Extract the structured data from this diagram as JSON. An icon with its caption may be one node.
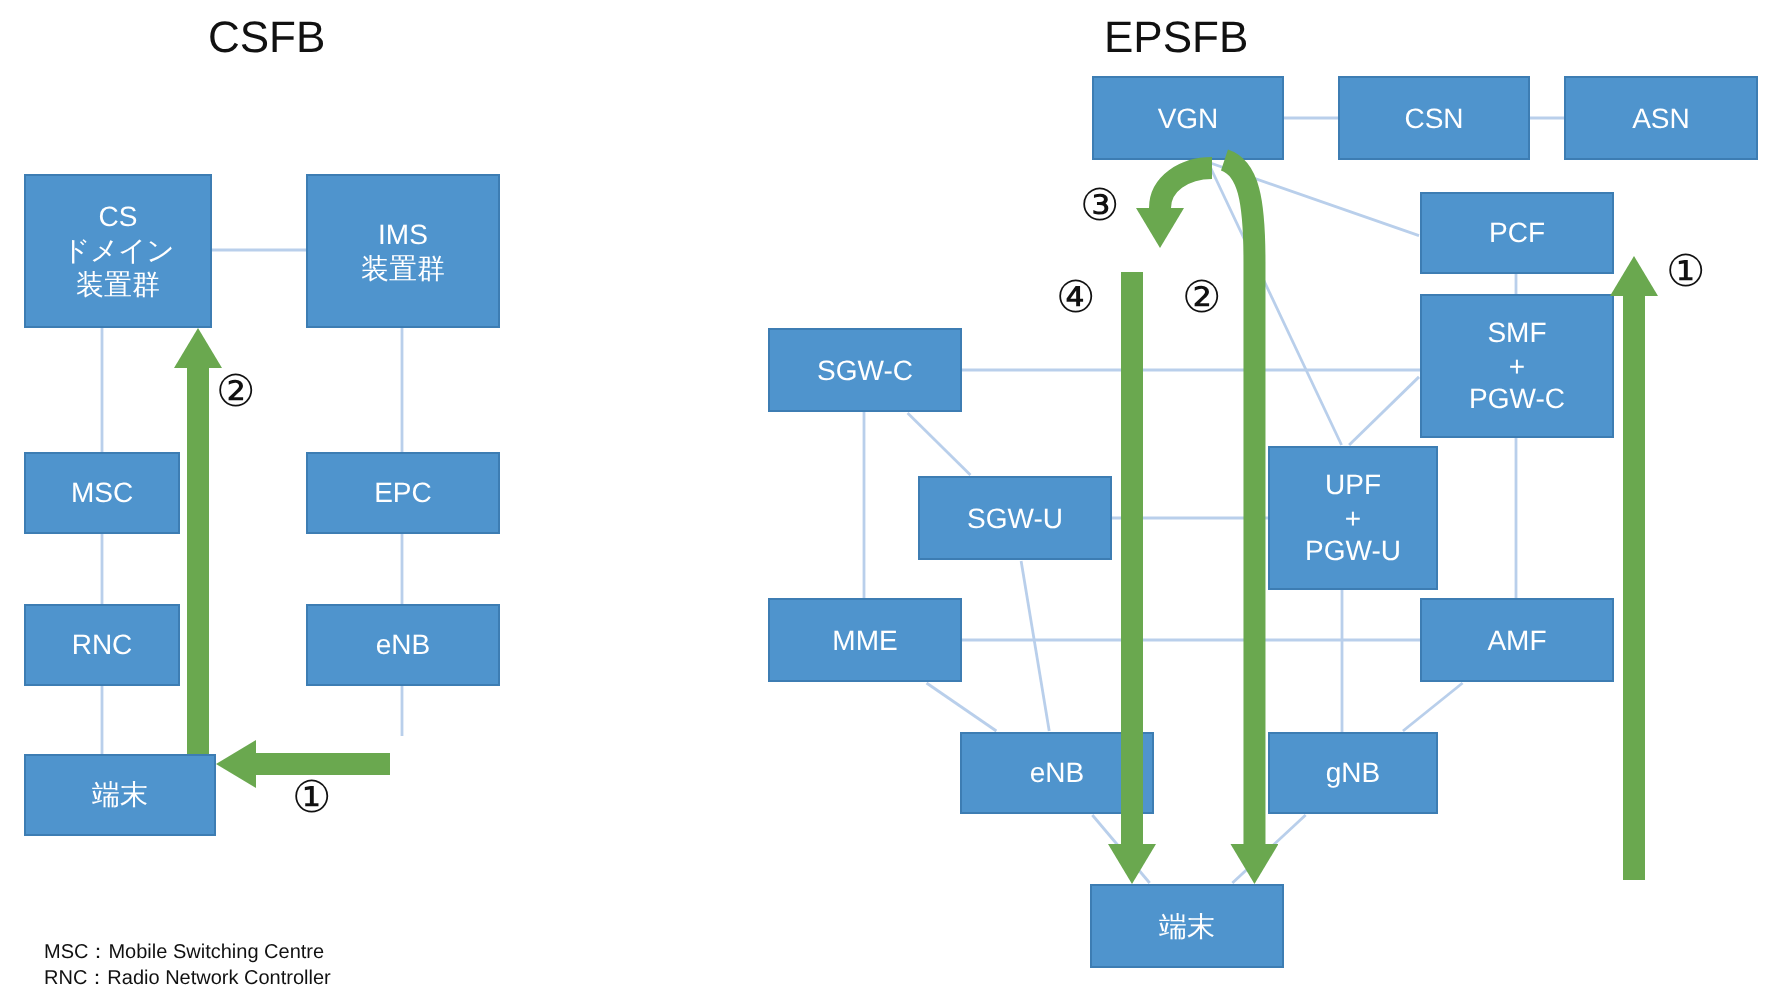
{
  "diagram": {
    "nodes": [
      {
        "text": [
          "CSドメイン装置群"
        ]
      },
      {
        "text": [
          "IMS 装置群"
        ]
      },
      {
        "text": [
          "MSC"
        ]
      },
      {
        "text": [
          "EPC"
        ]
      },
      {
        "text": [
          "RNC"
        ]
      },
      {
        "text": [
          "eNB"
        ]
      },
      {
        "text": [
          "端末"
        ]
      },
      {
        "text": [
          "VGN"
        ]
      },
      {
        "text": [
          "CSN"
        ]
      },
      {
        "text": [
          "ASN"
        ]
      },
      {
        "text": [
          "PCF"
        ]
      },
      {
        "text": [
          "SGW-C"
        ]
      },
      {
        "text": [
          "SMF + PGW-C"
        ]
      },
      {
        "text": [
          "SGW-U"
        ]
      },
      {
        "text": [
          "UPF + PGW-U"
        ]
      },
      {
        "text": [
          "MME"
        ]
      },
      {
        "text": [
          "AMF"
        ]
      },
      {
        "text": [
          "eNB"
        ]
      },
      {
        "text": [
          "gNB"
        ]
      },
      {
        "text": [
          "端末"
        ]
      }
    ],
    "edges": [
      {
        "from": 0,
        "to": 1,
        "arrow": "none"
      },
      {
        "from": 0,
        "to": 2,
        "arrow": "none"
      },
      {
        "from": 2,
        "to": 4,
        "arrow": "none"
      },
      {
        "from": 4,
        "to": 6,
        "arrow": "none"
      },
      {
        "from": 1,
        "to": 3,
        "arrow": "none"
      },
      {
        "from": 3,
        "to": 5,
        "arrow": "none"
      },
      {
        "from": 5,
        "to": null,
        "arrow": "none"
      },
      {
        "from": null,
        "to": 6,
        "arrow": "to",
        "label": "①",
        "style": "thick",
        "color": "#6aa84f"
      },
      {
        "from": 6,
        "to": 0,
        "arrow": "to",
        "label": "②",
        "style": "thick",
        "color": "#6aa84f"
      },
      {
        "from": 7,
        "to": 8,
        "arrow": "none"
      },
      {
        "from": 8,
        "to": 9,
        "arrow": "none"
      },
      {
        "from": 7,
        "to": 10,
        "arrow": "none"
      },
      {
        "from": 7,
        "to": 14,
        "arrow": "none"
      },
      {
        "from": 10,
        "to": 12,
        "arrow": "none"
      },
      {
        "from": 11,
        "to": 12,
        "arrow": "none"
      },
      {
        "from": 12,
        "to": 14,
        "arrow": "none"
      },
      {
        "from": 11,
        "to": 13,
        "arrow": "none"
      },
      {
        "from": 11,
        "to": 15,
        "arrow": "none"
      },
      {
        "from": 13,
        "to": 14,
        "arrow": "none"
      },
      {
        "from": 13,
        "to": 17,
        "arrow": "none"
      },
      {
        "from": 12,
        "to": 16,
        "arrow": "none"
      },
      {
        "from": 15,
        "to": 16,
        "arrow": "none"
      },
      {
        "from": 15,
        "to": 17,
        "arrow": "none"
      },
      {
        "from": 14,
        "to": 18,
        "arrow": "none"
      },
      {
        "from": 16,
        "to": 18,
        "arrow": "none"
      },
      {
        "from": 17,
        "to": 19,
        "arrow": "none"
      },
      {
        "from": 18,
        "to": 19,
        "arrow": "none"
      },
      {
        "from": 7,
        "to": 19,
        "arrow": "to",
        "label": "②",
        "style": "thick",
        "color": "#6aa84f"
      },
      {
        "from": null,
        "to": 19,
        "arrow": "to",
        "label": "④",
        "style": "thick",
        "color": "#6aa84f"
      }
    ],
    "labels": [
      "CSFB",
      "EPSFB",
      "③",
      "①",
      "MSC：Mobile Switching Centre",
      "RNC：Radio Network Controller"
    ]
  }
}
